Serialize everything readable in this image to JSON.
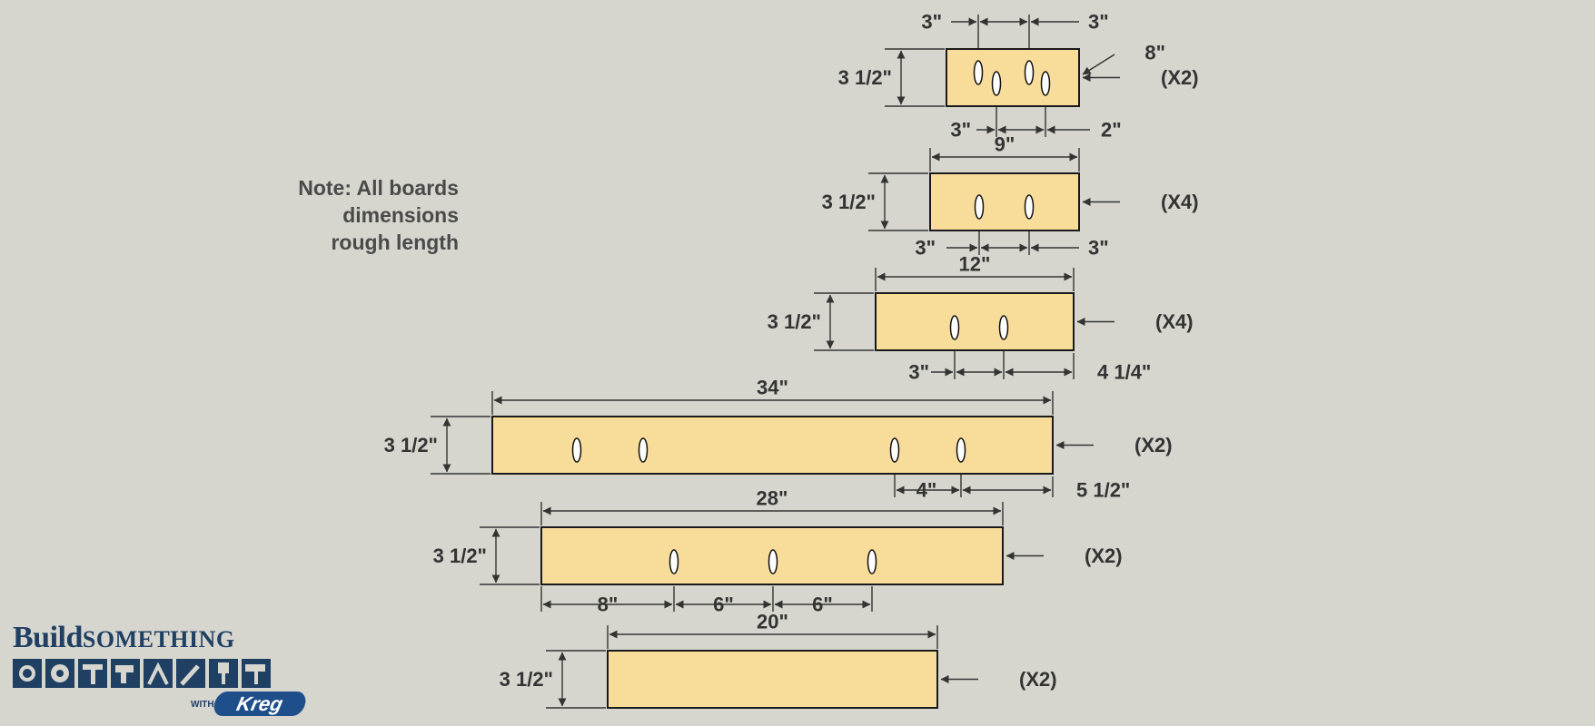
{
  "note": {
    "lines": [
      "Note: All boards",
      "dimensions",
      "rough length"
    ]
  },
  "logo": {
    "build": "Build",
    "something": "SOMETHING",
    "with": "WITH",
    "brand": "Kreg",
    "tool_icons": [
      "camera-icon",
      "saw-blade-icon",
      "hammer-icon",
      "drill-icon",
      "pliers-icon",
      "wrench-icon",
      "paintbrush-icon",
      "paint-roller-icon"
    ]
  },
  "colors": {
    "background": "#d6d6cf",
    "board_fill": "#f8dc9a",
    "board_stroke": "#1a1a1a",
    "dimension_line": "#333333",
    "logo_blue": "#1f3f63"
  },
  "boards": [
    {
      "id": "board-8in",
      "width_label": "",
      "height_label": "3 1/2\"",
      "quantity": "(X2)",
      "top_labels": [
        "3\"",
        "3\""
      ],
      "bottom_labels": [
        "3\"",
        "2\""
      ],
      "side_label": "8\""
    },
    {
      "id": "board-9in",
      "width_label": "9\"",
      "height_label": "3 1/2\"",
      "quantity": "(X4)",
      "bottom_labels": [
        "3\"",
        "3\""
      ]
    },
    {
      "id": "board-12in",
      "width_label": "12\"",
      "height_label": "3 1/2\"",
      "quantity": "(X4)",
      "bottom_labels": [
        "3\"",
        "4 1/4\""
      ]
    },
    {
      "id": "board-34in",
      "width_label": "34\"",
      "height_label": "3 1/2\"",
      "quantity": "(X2)",
      "bottom_labels": [
        "4\"",
        "5 1/2\""
      ]
    },
    {
      "id": "board-28in",
      "width_label": "28\"",
      "height_label": "3 1/2\"",
      "quantity": "(X2)",
      "bottom_labels": [
        "8\"",
        "6\"",
        "6\""
      ]
    },
    {
      "id": "board-20in",
      "width_label": "20\"",
      "height_label": "3 1/2\"",
      "quantity": "(X2)"
    }
  ]
}
